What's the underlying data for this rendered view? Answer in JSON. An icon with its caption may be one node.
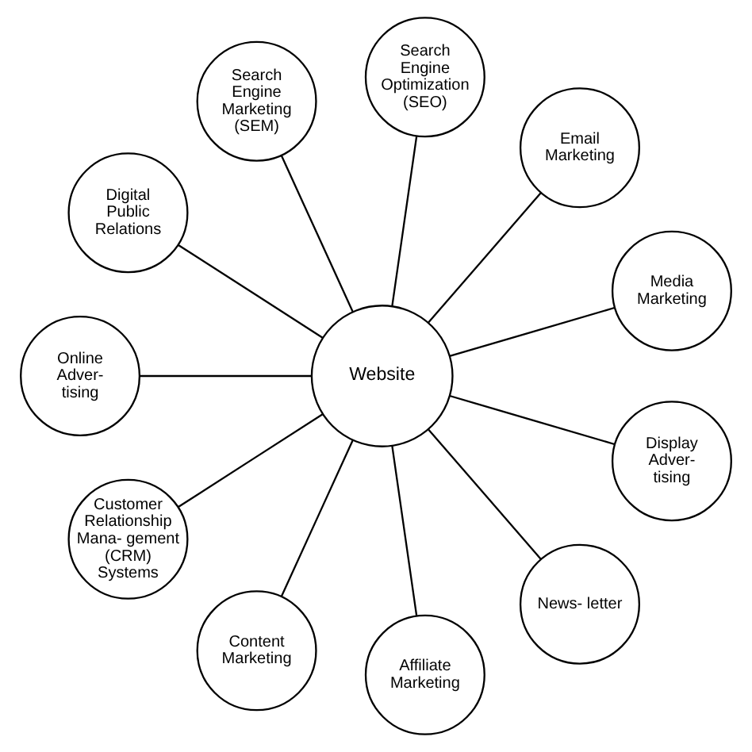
{
  "diagram": {
    "nodes": [
      {
        "text": [
          "Website"
        ]
      },
      {
        "text": [
          "Media Marketing"
        ]
      },
      {
        "text": [
          "Email Marketing"
        ]
      },
      {
        "text": [
          "Search Engine Optimization (SEO)"
        ]
      },
      {
        "text": [
          "Search Engine Marketing (SEM)"
        ]
      },
      {
        "text": [
          "Digital Public Relations"
        ]
      },
      {
        "text": [
          "Online Adver- tising"
        ]
      },
      {
        "text": [
          "Customer Relationship Mana- gement (CRM) Systems"
        ]
      },
      {
        "text": [
          "Content Marketing"
        ]
      },
      {
        "text": [
          "Affiliate Marketing"
        ]
      },
      {
        "text": [
          "News- letter"
        ]
      },
      {
        "text": [
          "Display Adver- tising"
        ]
      }
    ],
    "edges": [
      {
        "from": 0,
        "to": 1,
        "arrow": "none"
      },
      {
        "from": 0,
        "to": 2,
        "arrow": "none"
      },
      {
        "from": 0,
        "to": 3,
        "arrow": "none"
      },
      {
        "from": 0,
        "to": 4,
        "arrow": "none"
      },
      {
        "from": 0,
        "to": 5,
        "arrow": "none"
      },
      {
        "from": 0,
        "to": 6,
        "arrow": "none"
      },
      {
        "from": 0,
        "to": 7,
        "arrow": "none"
      },
      {
        "from": 0,
        "to": 8,
        "arrow": "none"
      },
      {
        "from": 0,
        "to": 9,
        "arrow": "none"
      },
      {
        "from": 0,
        "to": 10,
        "arrow": "none"
      },
      {
        "from": 0,
        "to": 11,
        "arrow": "none"
      }
    ]
  }
}
